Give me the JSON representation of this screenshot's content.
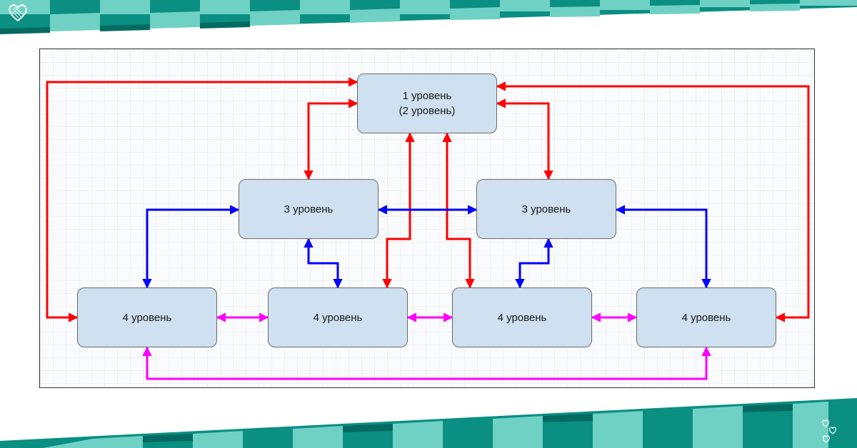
{
  "colors": {
    "band_dark": "#0a8f82",
    "band_light": "#6fd1c4",
    "band_deep": "#056b62",
    "node_fill": "#cfe0f0",
    "node_border": "#6b6b6b",
    "arrow_red": "#ff0000",
    "arrow_blue": "#0000ff",
    "arrow_magenta": "#ff00ff"
  },
  "decorations": {
    "top_left_icon": "heart-icon",
    "bottom_right_icon": "hearts-icon"
  },
  "diagram": {
    "nodes": {
      "level1": "1 уровень\n(2 уровень)",
      "level3_left": "3 уровень",
      "level3_right": "3 уровень",
      "level4_a": "4 уровень",
      "level4_b": "4 уровень",
      "level4_c": "4 уровень",
      "level4_d": "4 уровень"
    },
    "connections": [
      {
        "from": "level1",
        "to": "level4_a",
        "color": "red"
      },
      {
        "from": "level1",
        "to": "level4_d",
        "color": "red"
      },
      {
        "from": "level1",
        "to": "level3_left",
        "color": "red"
      },
      {
        "from": "level1",
        "to": "level3_right",
        "color": "red"
      },
      {
        "from": "level1",
        "to": "level4_b",
        "color": "red"
      },
      {
        "from": "level1",
        "to": "level4_c",
        "color": "red"
      },
      {
        "from": "level3_left",
        "to": "level3_right",
        "color": "blue"
      },
      {
        "from": "level3_left",
        "to": "level4_a",
        "color": "blue"
      },
      {
        "from": "level3_left",
        "to": "level4_b",
        "color": "blue"
      },
      {
        "from": "level3_right",
        "to": "level4_c",
        "color": "blue"
      },
      {
        "from": "level3_right",
        "to": "level4_d",
        "color": "blue"
      },
      {
        "from": "level4_a",
        "to": "level4_b",
        "color": "magenta"
      },
      {
        "from": "level4_b",
        "to": "level4_c",
        "color": "magenta"
      },
      {
        "from": "level4_c",
        "to": "level4_d",
        "color": "magenta"
      },
      {
        "from": "level4_a",
        "to": "level4_d",
        "color": "magenta"
      }
    ]
  }
}
